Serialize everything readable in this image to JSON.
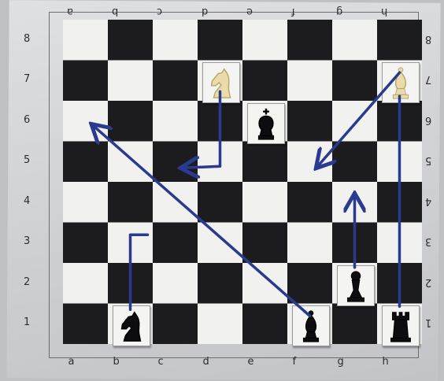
{
  "board": {
    "files": [
      "a",
      "b",
      "c",
      "d",
      "e",
      "f",
      "g",
      "h"
    ],
    "ranks": [
      "1",
      "2",
      "3",
      "4",
      "5",
      "6",
      "7",
      "8"
    ],
    "light_color": "#f1f1ef",
    "dark_color": "#1c1c1f"
  },
  "pieces": [
    {
      "name": "white-knight-d7",
      "type": "knight",
      "color": "white",
      "square": "d7"
    },
    {
      "name": "black-king-e6",
      "type": "king",
      "color": "black",
      "square": "e6"
    },
    {
      "name": "white-bishop-h7",
      "type": "bishop",
      "color": "white",
      "square": "h7"
    },
    {
      "name": "black-knight-b1",
      "type": "knight",
      "color": "black",
      "square": "b1"
    },
    {
      "name": "black-bishop-f1",
      "type": "bishop",
      "color": "black",
      "square": "f1"
    },
    {
      "name": "black-rook-h1",
      "type": "rook",
      "color": "black",
      "square": "h1"
    },
    {
      "name": "black-pawn-g2",
      "type": "pawn",
      "color": "black",
      "square": "g2"
    }
  ],
  "arrows_color": "#2a3a8f",
  "arrows": [
    {
      "name": "bishop-f1-to-a6-arrow",
      "from": "f1",
      "to": "a6"
    },
    {
      "name": "bishop-h7-to-f5-arrow",
      "from": "h7",
      "to": "f5"
    },
    {
      "name": "pawn-g2-to-g4-arrow",
      "from": "g2",
      "to": "g4"
    },
    {
      "name": "knight-b1-to-c3-path",
      "from": "b1",
      "to": "c3"
    },
    {
      "name": "knight-d7-to-c5-path",
      "from": "d7",
      "to": "c5"
    },
    {
      "name": "rook-h1-to-h7-line",
      "from": "h1",
      "to": "h7"
    }
  ]
}
